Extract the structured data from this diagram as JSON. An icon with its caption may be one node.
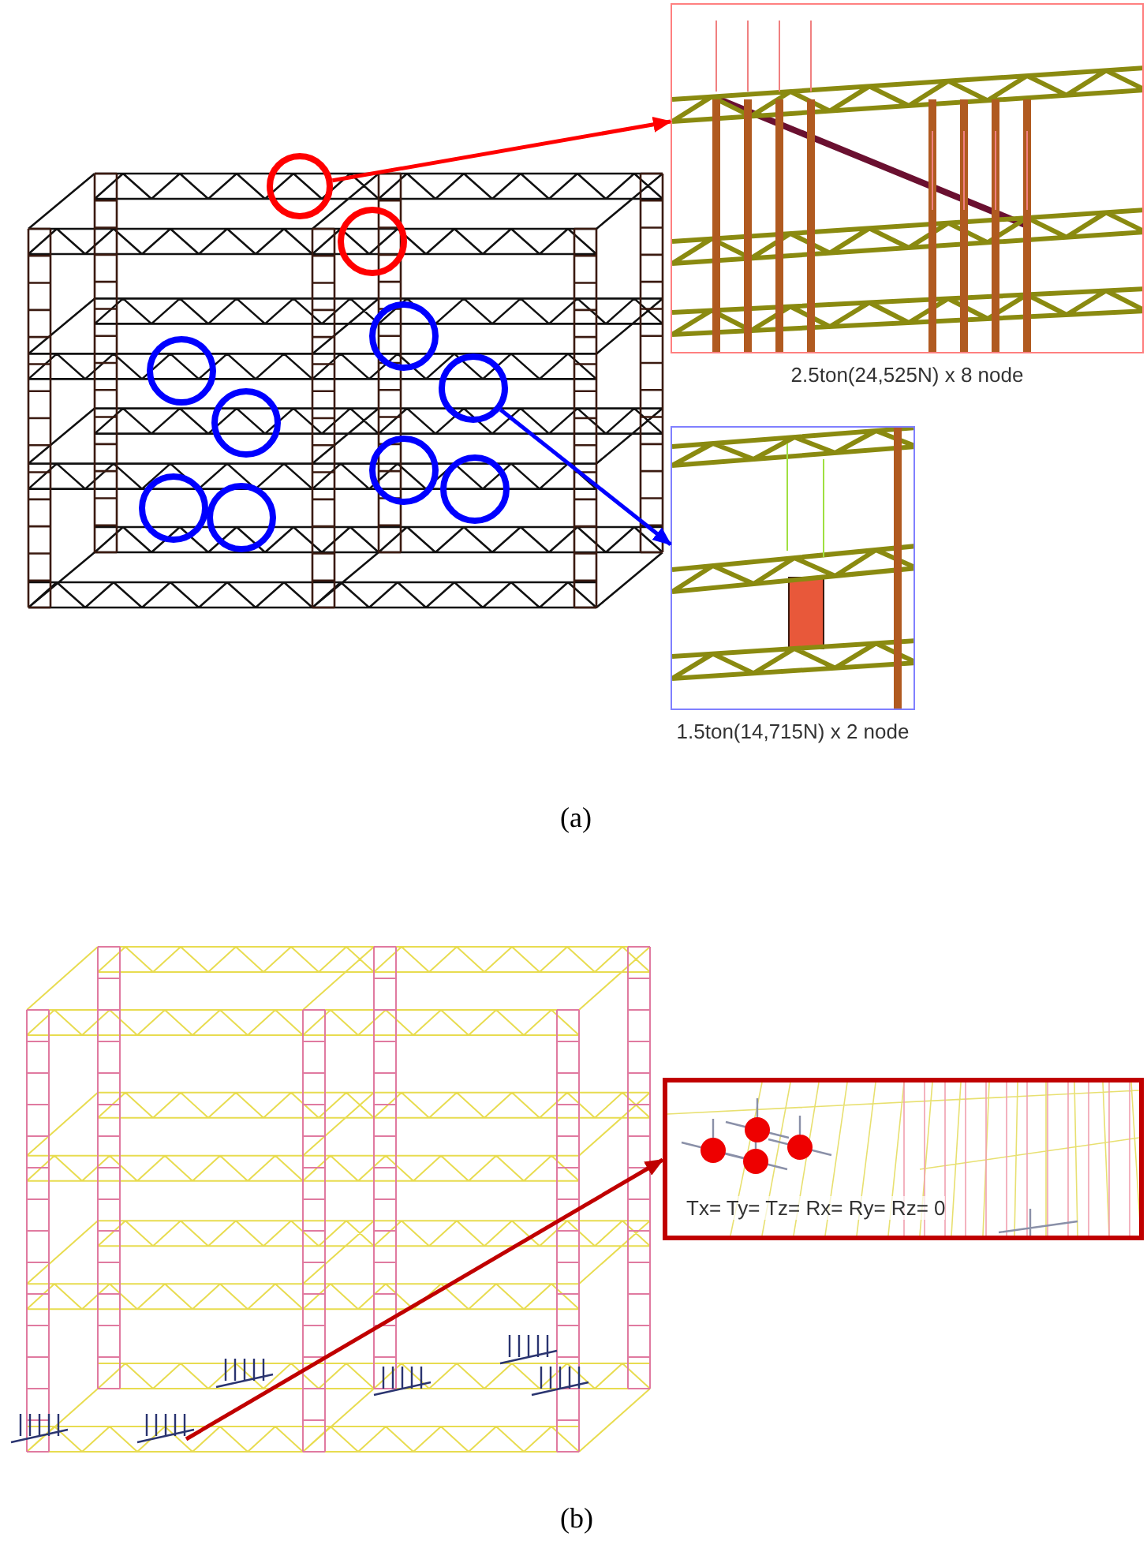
{
  "diagram": {
    "nodes": [
      {
        "text": [
          "2.5ton(24,525N) x 8 node"
        ]
      },
      {
        "text": [
          "1.5ton(14,715N) x 2 node"
        ]
      },
      {
        "text": [
          "Tx= Ty= Tz= Rx= Ry= Rz= 0"
        ]
      },
      {
        "text": [],
        "shape": "circle"
      },
      {
        "text": [],
        "shape": "circle"
      },
      {
        "text": [],
        "shape": "circle"
      },
      {
        "text": [],
        "shape": "circle"
      },
      {
        "text": [],
        "shape": "circle"
      },
      {
        "text": [],
        "shape": "circle"
      },
      {
        "text": [],
        "shape": "circle"
      },
      {
        "text": [],
        "shape": "circle"
      },
      {
        "text": [],
        "shape": "circle"
      },
      {
        "text": [],
        "shape": "circle"
      }
    ],
    "edges": [
      {
        "from": 3,
        "to": 0,
        "arrow": "to",
        "color": "#ff0000"
      },
      {
        "from": 8,
        "to": 1,
        "arrow": "to",
        "color": "#0000ff"
      },
      {
        "from": null,
        "to": 2,
        "arrow": "to",
        "color": "#c00000"
      }
    ],
    "labels": [
      "(a)",
      "(b)"
    ]
  }
}
